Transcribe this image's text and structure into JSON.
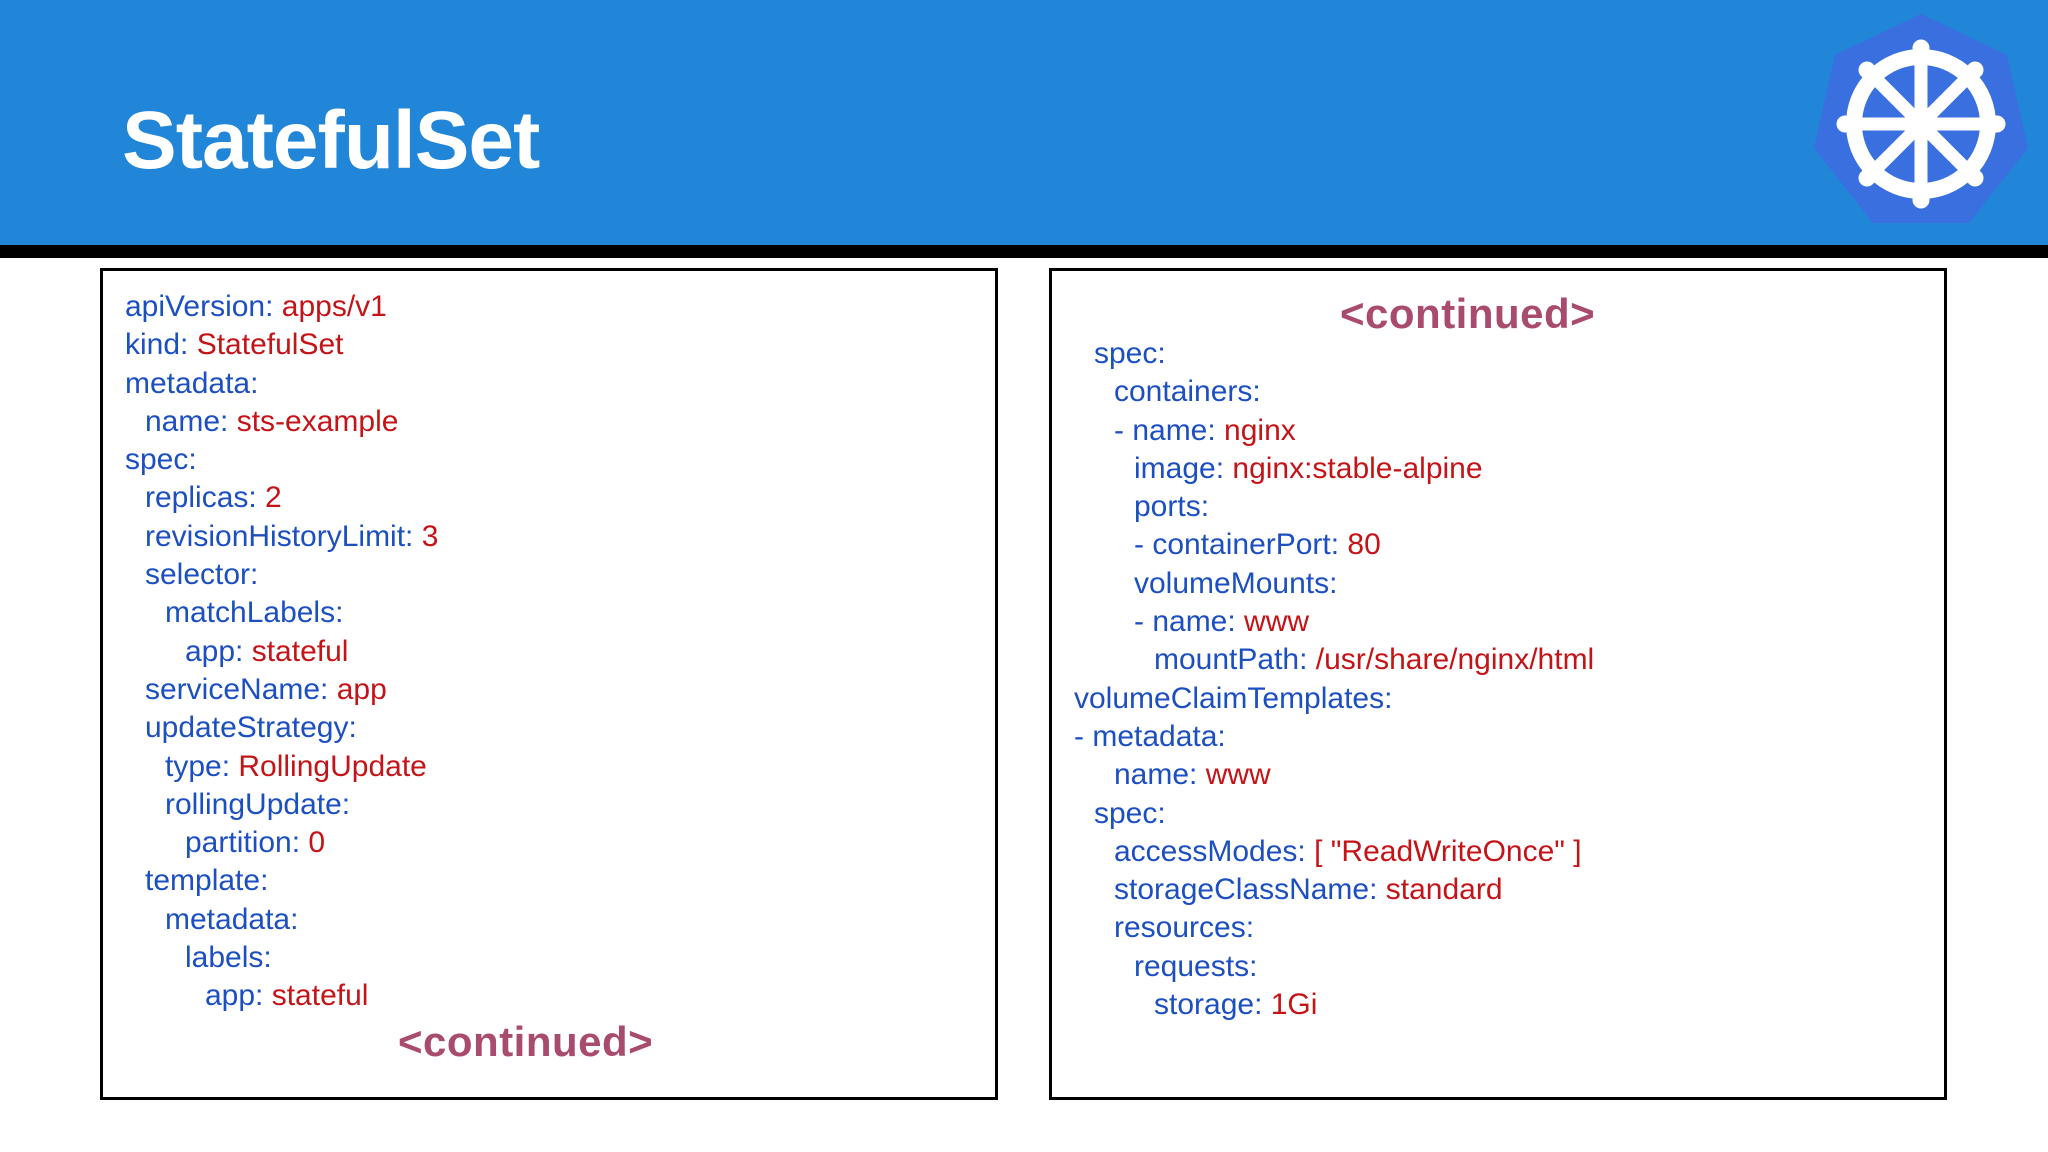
{
  "slide": {
    "title": "StatefulSet",
    "logo_icon": "kubernetes-wheel-logo",
    "continued_marker": "<continued>",
    "colors": {
      "header_blue": "#2185d8",
      "logo_heptagon": "#3a6fe0",
      "yaml_key_blue": "#1c4fc0",
      "yaml_value_red": "#c41418",
      "continued_rose": "#a94b6e",
      "rule_black": "#000000"
    }
  },
  "left_panel": {
    "lines": [
      {
        "indent": 0,
        "key": "apiVersion:",
        "value": " apps/v1"
      },
      {
        "indent": 0,
        "key": "kind:",
        "value": " StatefulSet"
      },
      {
        "indent": 0,
        "key": "metadata:",
        "value": ""
      },
      {
        "indent": 1,
        "key": "name:",
        "value": " sts-example"
      },
      {
        "indent": 0,
        "key": "spec:",
        "value": ""
      },
      {
        "indent": 1,
        "key": "replicas:",
        "value": " 2"
      },
      {
        "indent": 1,
        "key": "revisionHistoryLimit:",
        "value": " 3"
      },
      {
        "indent": 1,
        "key": "selector:",
        "value": ""
      },
      {
        "indent": 2,
        "key": "matchLabels:",
        "value": ""
      },
      {
        "indent": 3,
        "key": "app:",
        "value": " stateful"
      },
      {
        "indent": 1,
        "key": "serviceName:",
        "value": " app"
      },
      {
        "indent": 1,
        "key": "updateStrategy:",
        "value": ""
      },
      {
        "indent": 2,
        "key": "type:",
        "value": " RollingUpdate"
      },
      {
        "indent": 2,
        "key": "rollingUpdate:",
        "value": ""
      },
      {
        "indent": 3,
        "key": "partition:",
        "value": " 0"
      },
      {
        "indent": 1,
        "key": "template:",
        "value": ""
      },
      {
        "indent": 2,
        "key": "metadata:",
        "value": ""
      },
      {
        "indent": 3,
        "key": "labels:",
        "value": ""
      },
      {
        "indent": 4,
        "key": "app:",
        "value": " stateful"
      }
    ]
  },
  "right_panel": {
    "heading": "<continued>",
    "lines": [
      {
        "indent": 1,
        "key": "spec:",
        "value": ""
      },
      {
        "indent": 2,
        "key": "containers:",
        "value": ""
      },
      {
        "indent": 2,
        "key": "- name:",
        "value": " nginx"
      },
      {
        "indent": 3,
        "key": "image:",
        "value": " nginx:stable-alpine"
      },
      {
        "indent": 3,
        "key": "ports:",
        "value": ""
      },
      {
        "indent": 3,
        "key": "- containerPort:",
        "value": " 80"
      },
      {
        "indent": 3,
        "key": "volumeMounts:",
        "value": ""
      },
      {
        "indent": 3,
        "key": "- name:",
        "value": " www"
      },
      {
        "indent": 4,
        "key": "mountPath:",
        "value": " /usr/share/nginx/html"
      },
      {
        "indent": 0,
        "key": "volumeClaimTemplates:",
        "value": ""
      },
      {
        "indent": 0,
        "key": "- metadata:",
        "value": ""
      },
      {
        "indent": 2,
        "key": "name:",
        "value": " www"
      },
      {
        "indent": 1,
        "key": "spec:",
        "value": ""
      },
      {
        "indent": 2,
        "key": "accessModes:",
        "value": " [ \"ReadWriteOnce\" ]"
      },
      {
        "indent": 2,
        "key": "storageClassName:",
        "value": " standard"
      },
      {
        "indent": 2,
        "key": "resources:",
        "value": ""
      },
      {
        "indent": 3,
        "key": "requests:",
        "value": ""
      },
      {
        "indent": 4,
        "key": "storage:",
        "value": " 1Gi"
      }
    ]
  }
}
